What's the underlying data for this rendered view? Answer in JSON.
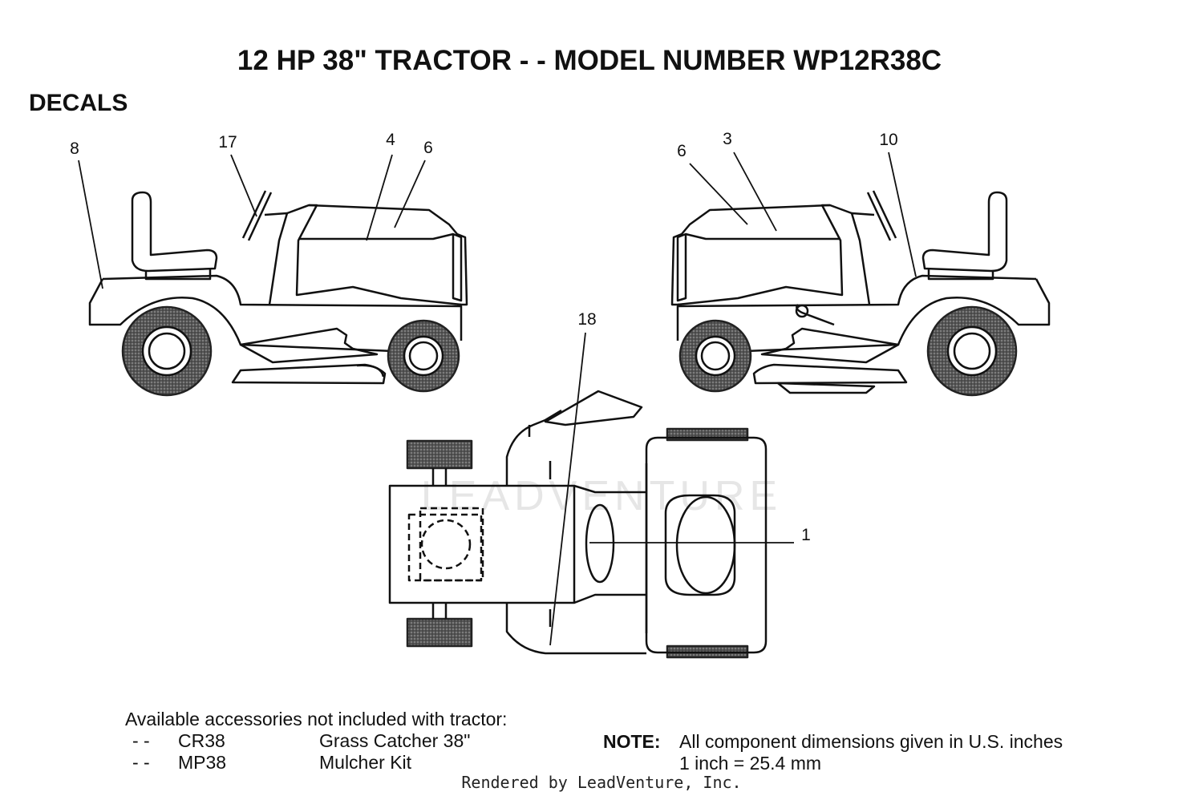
{
  "title": "12 HP 38\" TRACTOR - - MODEL NUMBER WP12R38C",
  "section": "DECALS",
  "callouts": {
    "left_view": [
      "8",
      "17",
      "4",
      "6"
    ],
    "right_view": [
      "6",
      "3",
      "10"
    ],
    "top_view": [
      "18",
      "1"
    ]
  },
  "accessories": {
    "heading": "Available accessories not included with tractor:",
    "items": [
      {
        "dash": "- -",
        "part": "CR38",
        "description": "Grass Catcher 38\""
      },
      {
        "dash": "- -",
        "part": "MP38",
        "description": "Mulcher Kit"
      }
    ]
  },
  "note": {
    "label": "NOTE:",
    "lines": [
      "All component dimensions given in U.S. inches",
      "1 inch = 25.4 mm"
    ]
  },
  "watermark": "LEADVENTURE",
  "footer": "Rendered by LeadVenture, Inc."
}
